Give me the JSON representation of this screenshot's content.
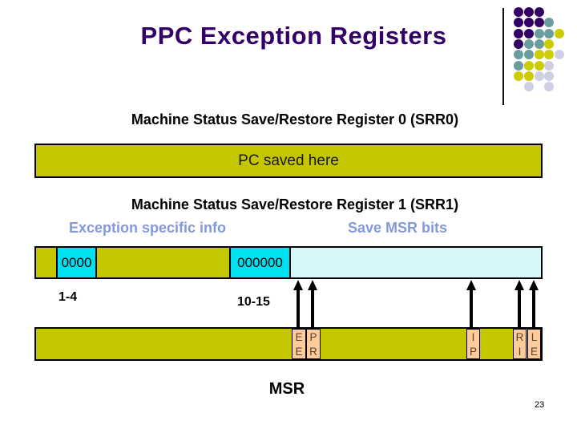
{
  "slide": {
    "title": "PPC Exception Registers",
    "page_number": "23"
  },
  "srr0": {
    "heading": "Machine Status Save/Restore Register 0 (SRR0)",
    "bar_label": "PC saved here"
  },
  "srr1": {
    "heading": "Machine Status Save/Restore Register 1 (SRR1)",
    "left_label": "Exception specific info",
    "right_label": "Save MSR bits",
    "segments": [
      {
        "type": "yellow",
        "text": ""
      },
      {
        "type": "cyan",
        "text": "0000"
      },
      {
        "type": "yellow",
        "text": ""
      },
      {
        "type": "cyan",
        "text": "000000"
      },
      {
        "type": "light-cyan",
        "text": ""
      }
    ],
    "bit_range_labels": [
      "1-4",
      "10-15"
    ]
  },
  "msr": {
    "label": "MSR",
    "bits": [
      {
        "top": "E",
        "bottom": "E"
      },
      {
        "top": "P",
        "bottom": "R"
      },
      {
        "top": "I",
        "bottom": "P"
      },
      {
        "top": "R",
        "bottom": "I"
      },
      {
        "top": "L",
        "bottom": "E"
      }
    ]
  },
  "colors": {
    "title_purple": "#330066",
    "bar_yellow": "#C4C700",
    "segment_cyan": "#00E1F0",
    "segment_light_cyan": "#D5F8FA",
    "bit_box_peach": "#FFCC99",
    "label_periwinkle": "#8299DB",
    "dot_purple": "#330066",
    "dot_teal": "#6A9E9E",
    "dot_yellow": "#CCCC00",
    "dot_lavender": "#CFCFE3"
  },
  "decoration": {
    "dot_grid": [
      [
        "P",
        "P",
        "P",
        "",
        ""
      ],
      [
        "P",
        "P",
        "P",
        "T",
        ""
      ],
      [
        "P",
        "P",
        "T",
        "T",
        "Y"
      ],
      [
        "P",
        "T",
        "T",
        "Y",
        ""
      ],
      [
        "T",
        "T",
        "Y",
        "Y",
        "L"
      ],
      [
        "T",
        "Y",
        "Y",
        "L",
        ""
      ],
      [
        "Y",
        "Y",
        "L",
        "L",
        ""
      ],
      [
        "",
        "L",
        "",
        "L",
        ""
      ]
    ]
  }
}
